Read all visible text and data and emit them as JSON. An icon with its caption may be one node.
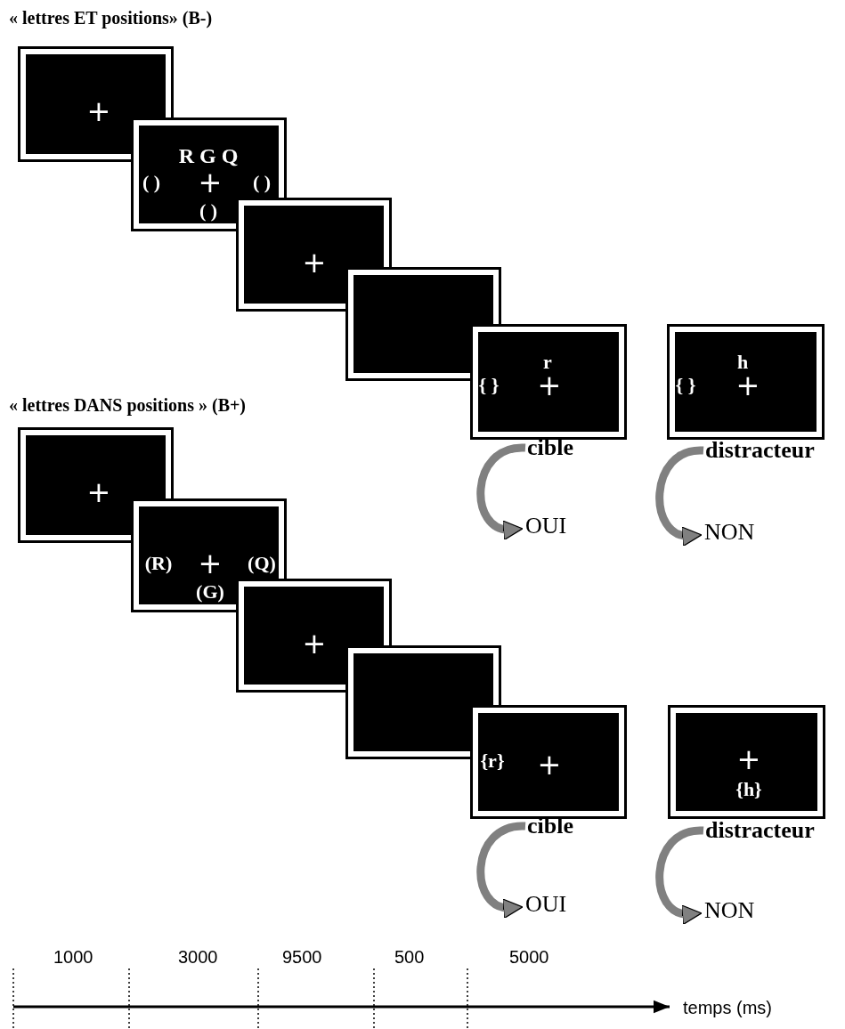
{
  "diagram": {
    "nodes": [
      {
        "text": [
          "+"
        ]
      },
      {
        "text": [
          "R G Q",
          "( )",
          "+",
          "( )",
          "( )"
        ]
      },
      {
        "text": [
          "+"
        ]
      },
      {
        "text": [],
        "shape": "box"
      },
      {
        "text": [
          "r",
          "{ }",
          "+"
        ]
      },
      {
        "text": [
          "h",
          "{ }",
          "+"
        ]
      },
      {
        "text": [
          "cible"
        ]
      },
      {
        "text": [
          "distracteur"
        ]
      },
      {
        "text": [
          "OUI"
        ]
      },
      {
        "text": [
          "NON"
        ]
      },
      {
        "text": [
          "+"
        ]
      },
      {
        "text": [
          "(R)",
          "+",
          "(Q)",
          "(G)"
        ]
      },
      {
        "text": [
          "+"
        ]
      },
      {
        "text": [],
        "shape": "box"
      },
      {
        "text": [
          "{r}",
          "+"
        ]
      },
      {
        "text": [
          "+",
          "{h}"
        ]
      },
      {
        "text": [
          "cible"
        ]
      },
      {
        "text": [
          "distracteur"
        ]
      },
      {
        "text": [
          "OUI"
        ]
      },
      {
        "text": [
          "NON"
        ]
      }
    ],
    "edges": [
      {
        "from": 6,
        "to": 8,
        "arrow": "to"
      },
      {
        "from": 7,
        "to": 9,
        "arrow": "to"
      },
      {
        "from": 16,
        "to": 18,
        "arrow": "to"
      },
      {
        "from": 17,
        "to": 19,
        "arrow": "to"
      }
    ],
    "labels": [
      "« lettres ET positions» (B-)",
      "« lettres DANS positions » (B+)",
      "1000",
      "3000",
      "9500",
      "500",
      "5000",
      "temps (ms)"
    ]
  }
}
